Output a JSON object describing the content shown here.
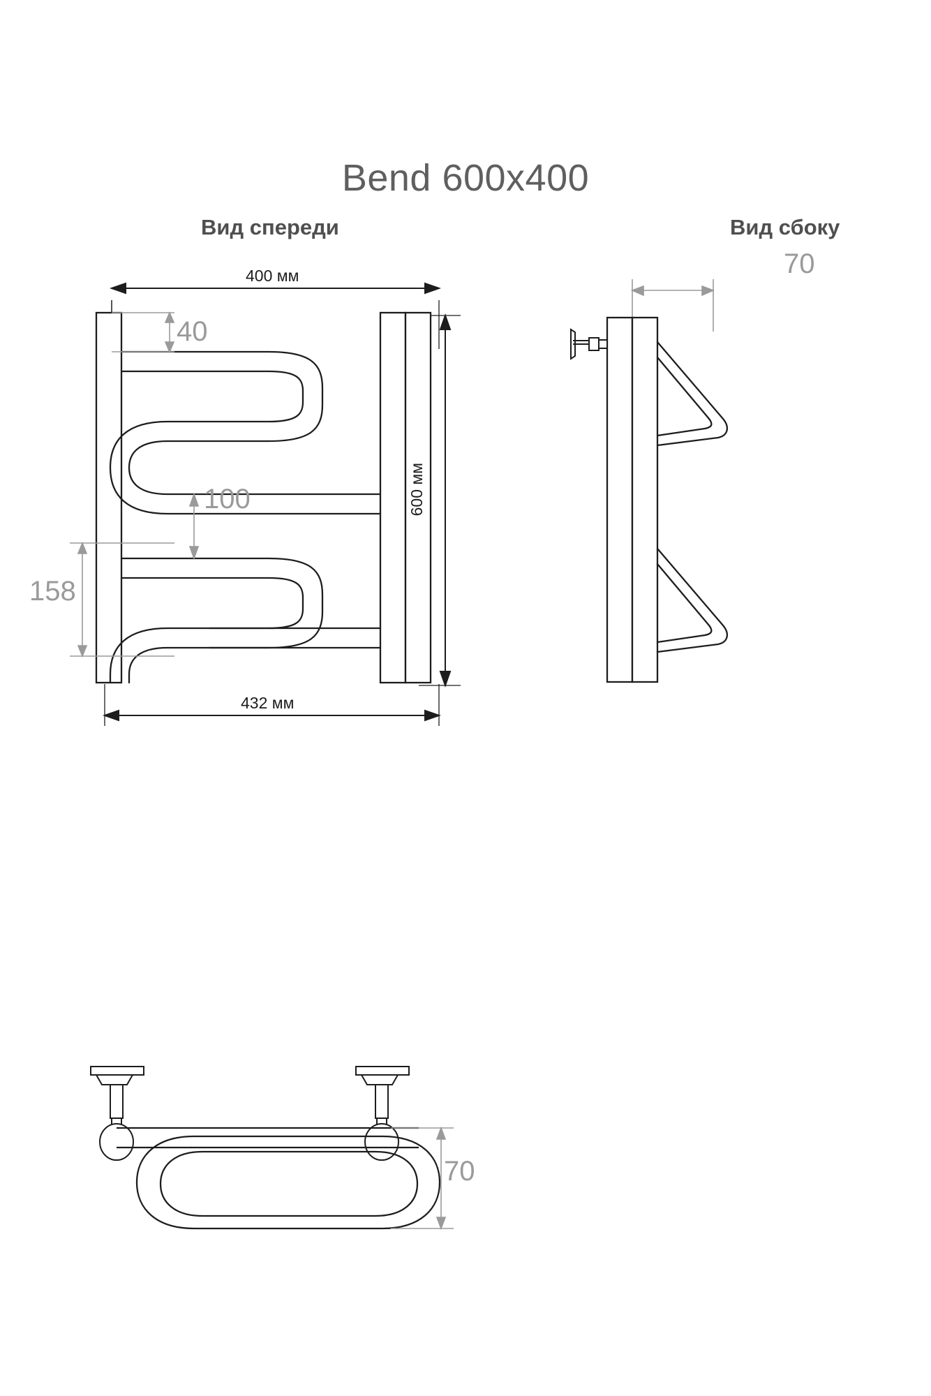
{
  "page": {
    "title": "Bend 600x400",
    "background": "#ffffff",
    "line_color": "#1d1d1d",
    "dim_gray": "#9a9a9a",
    "text_color": "#5a5a5a"
  },
  "views": {
    "front": {
      "label": "Вид спереди"
    },
    "side": {
      "label": "Вид сбоку"
    },
    "top": {
      "label": ""
    }
  },
  "dimensions": {
    "front_width": "400 мм",
    "front_height": "600 мм",
    "front_overall_width": "432 мм",
    "gap_top": "40",
    "gap_middle": "100",
    "offset_bottom": "158",
    "side_depth": "70",
    "top_depth": "70"
  },
  "chart_data": {
    "type": "table",
    "title": "Bend 600x400",
    "categories": [
      "400 мм",
      "600 мм",
      "432 мм",
      "40",
      "100",
      "158",
      "70"
    ],
    "values": [
      400,
      600,
      432,
      40,
      100,
      158,
      70
    ],
    "xlabel": "",
    "ylabel": "мм",
    "annotations": [
      "Вид спереди",
      "Вид сбоку"
    ]
  }
}
